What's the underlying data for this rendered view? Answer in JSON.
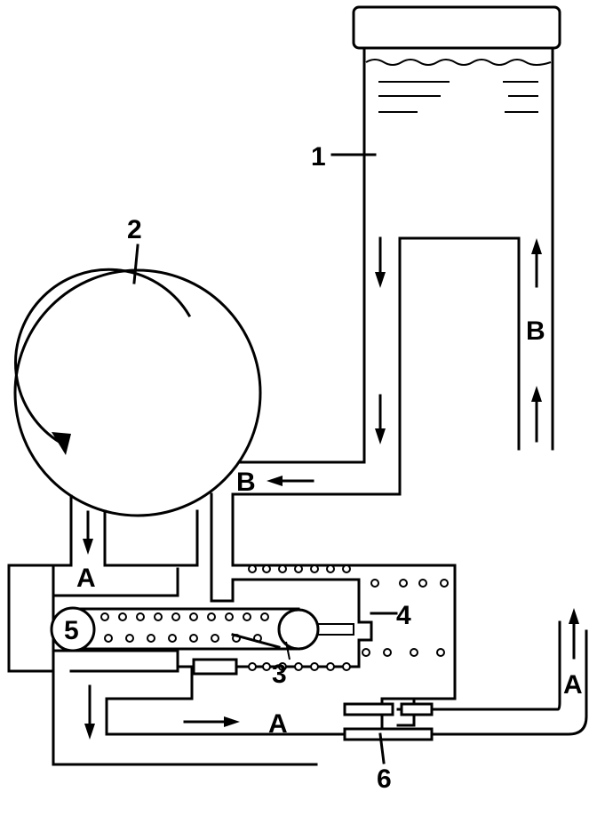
{
  "labels": {
    "reservoir": "1",
    "pump": "2",
    "spool": "3",
    "valve_port": "4",
    "plunger": "5",
    "orifice": "6",
    "return_flow": "B",
    "return_flow_pipe": "B",
    "pressure_flow_left": "A",
    "pressure_flow_bottom": "A",
    "pressure_flow_right": "A"
  }
}
